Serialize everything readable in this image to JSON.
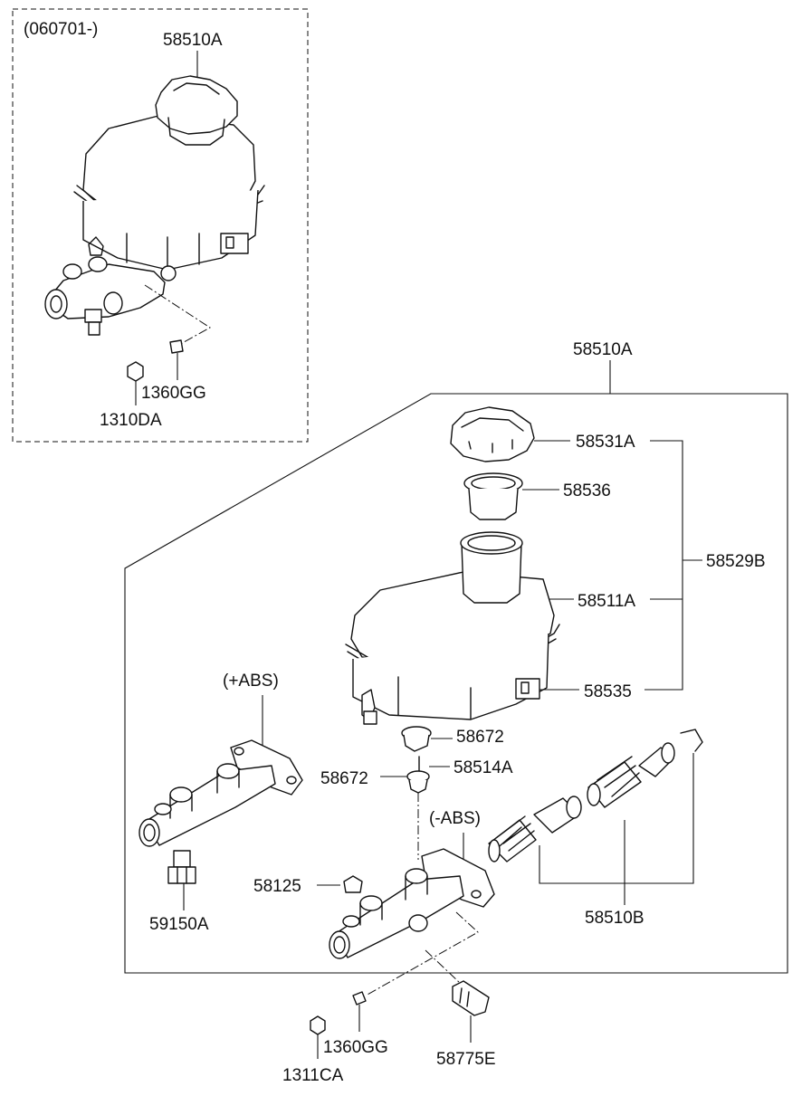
{
  "inset": {
    "variant_label": "(060701-)",
    "reservoir_assembly": "58510A",
    "nut": "1310DA",
    "washer": "1360GG"
  },
  "main": {
    "master_cylinder_assembly": "58510A",
    "cap": "58531A",
    "strainer": "58536",
    "reservoir_kit": "58529B",
    "reservoir": "58511A",
    "sensor": "58535",
    "grommet_upper": "58672",
    "grommet_left": "58672",
    "pin": "58514A",
    "abs_plus_label": "(+ABS)",
    "abs_minus_label": "(-ABS)",
    "plug": "58125",
    "valve": "59150A",
    "piston_kit": "58510B",
    "washer": "1360GG",
    "nut": "1311CA",
    "switch": "58775E"
  }
}
